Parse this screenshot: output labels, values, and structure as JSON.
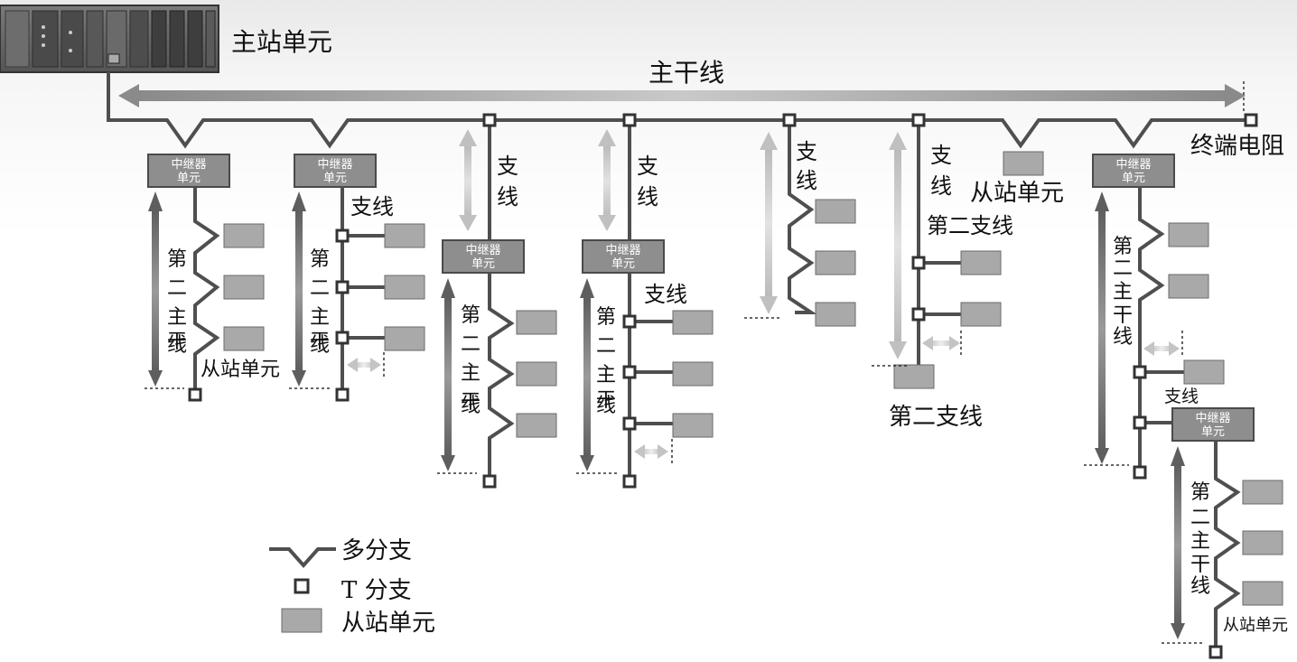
{
  "labels": {
    "master_station": "主站单元",
    "main_trunk": "主干线",
    "terminator": "终端电阻",
    "branch": "支线",
    "slave_station": "从站单元",
    "second_trunk": "第二主干线",
    "second_branch": "第二支线",
    "repeater_line1": "中继器",
    "repeater_line2": "单元"
  },
  "legend": {
    "multidrop": "多分支",
    "t_branch": "T 分支",
    "slave": "从站单元"
  },
  "colors": {
    "line": "#4f4f4f",
    "box": "#a9a9a9",
    "box_border": "#6a6a6a",
    "repeater": "#8e8e8e"
  }
}
